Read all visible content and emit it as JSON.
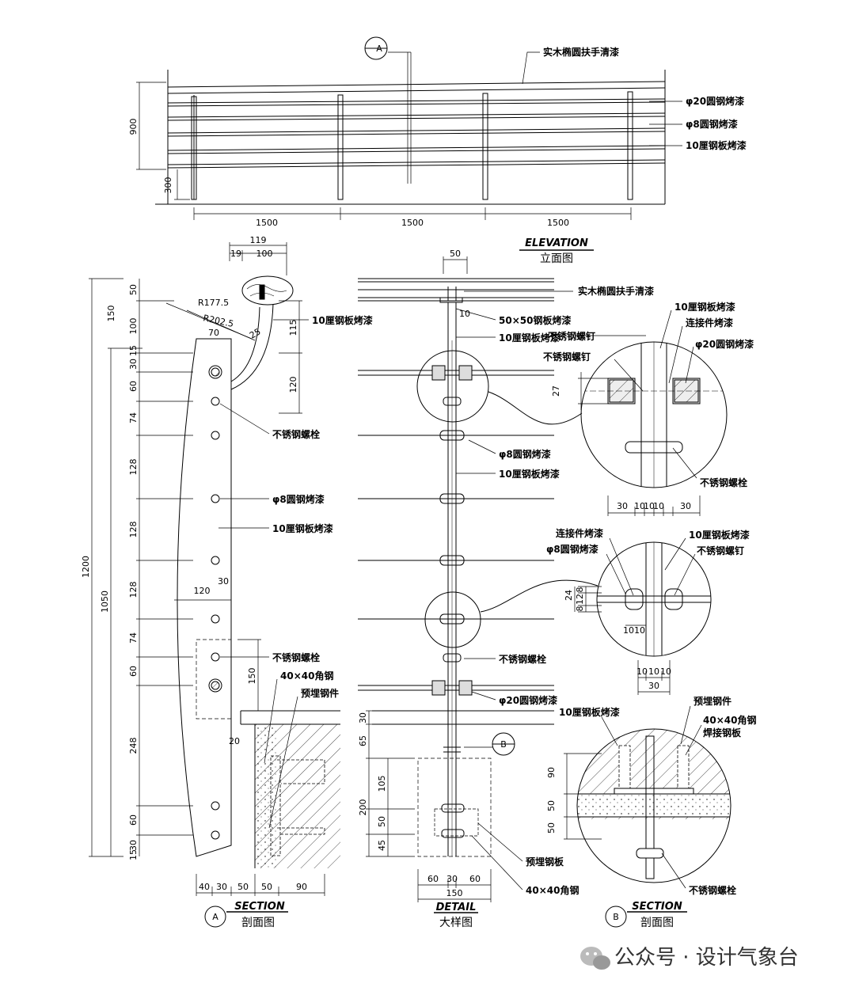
{
  "elevation": {
    "title_en": "ELEVATION",
    "title_zh": "立面图",
    "section_marker": "A",
    "labels": [
      "实木椭圆扶手清漆",
      "φ20圆钢烤漆",
      "φ8圆钢烤漆",
      "10厘钢板烤漆"
    ],
    "dims": {
      "height": "900",
      "base": "300",
      "spans": [
        "1500",
        "1500",
        "1500"
      ]
    }
  },
  "section_a": {
    "title_en": "SECTION",
    "title_zh": "剖面图",
    "marker": "A",
    "top_dims": [
      "119",
      "19",
      "100"
    ],
    "radii": [
      "R177.5",
      "R202.5"
    ],
    "angle_dim": "25",
    "width_dims": [
      "70",
      "120",
      "30",
      "20"
    ],
    "right_dims": [
      "115",
      "120",
      "150"
    ],
    "outer_dims": [
      "1200",
      "1050"
    ],
    "left_dims": [
      "150",
      "50",
      "100",
      "30",
      "15",
      "60",
      "74",
      "128",
      "128",
      "128",
      "74",
      "60",
      "248",
      "60",
      "30",
      "15"
    ],
    "bottom_dims": [
      "40",
      "30",
      "50",
      "50",
      "90"
    ],
    "labels": [
      "10厘钢板烤漆",
      "不锈钢螺栓",
      "φ8圆钢烤漆",
      "10厘钢板烤漆",
      "不锈钢螺栓",
      "40×40角钢",
      "预埋钢件"
    ]
  },
  "detail": {
    "title_en": "DETAIL",
    "title_zh": "大样图",
    "marker_b": "B",
    "dims_top": [
      "50",
      "10"
    ],
    "dims_left": [
      "30",
      "65",
      "105",
      "200",
      "50",
      "45"
    ],
    "dims_bottom": [
      "60",
      "30",
      "60",
      "150"
    ],
    "labels": [
      "实木椭圆扶手清漆",
      "50×50钢板烤漆",
      "10厘钢板烤漆",
      "φ8圆钢烤漆",
      "10厘钢板烤漆",
      "不锈钢螺栓",
      "φ20圆钢烤漆",
      "预埋钢板",
      "40×40角钢"
    ]
  },
  "callout1": {
    "labels": [
      "10厘钢板烤漆",
      "连接件烤漆",
      "φ20圆钢烤漆",
      "不锈钢螺钉",
      "不锈钢螺栓"
    ],
    "dim_side": "27",
    "dims_bottom": [
      "30",
      "10",
      "10",
      "10",
      "30"
    ]
  },
  "callout2": {
    "labels": [
      "连接件烤漆",
      "φ8圆钢烤漆",
      "10厘钢板烤漆",
      "不锈钢螺钉"
    ],
    "dims_side": [
      "24",
      "8",
      "12",
      "8"
    ],
    "dims_inner": [
      "10",
      "10"
    ],
    "dims_bottom": [
      "10",
      "10",
      "10",
      "30"
    ]
  },
  "section_b": {
    "title_en": "SECTION",
    "title_zh": "剖面图",
    "marker": "B",
    "labels": [
      "10厘钢板烤漆",
      "预埋钢件",
      "40×40角钢",
      "焊接钢板",
      "不锈钢螺栓"
    ],
    "dims": [
      "90",
      "50",
      "50"
    ]
  },
  "watermark": "公众号 · 设计气象台"
}
